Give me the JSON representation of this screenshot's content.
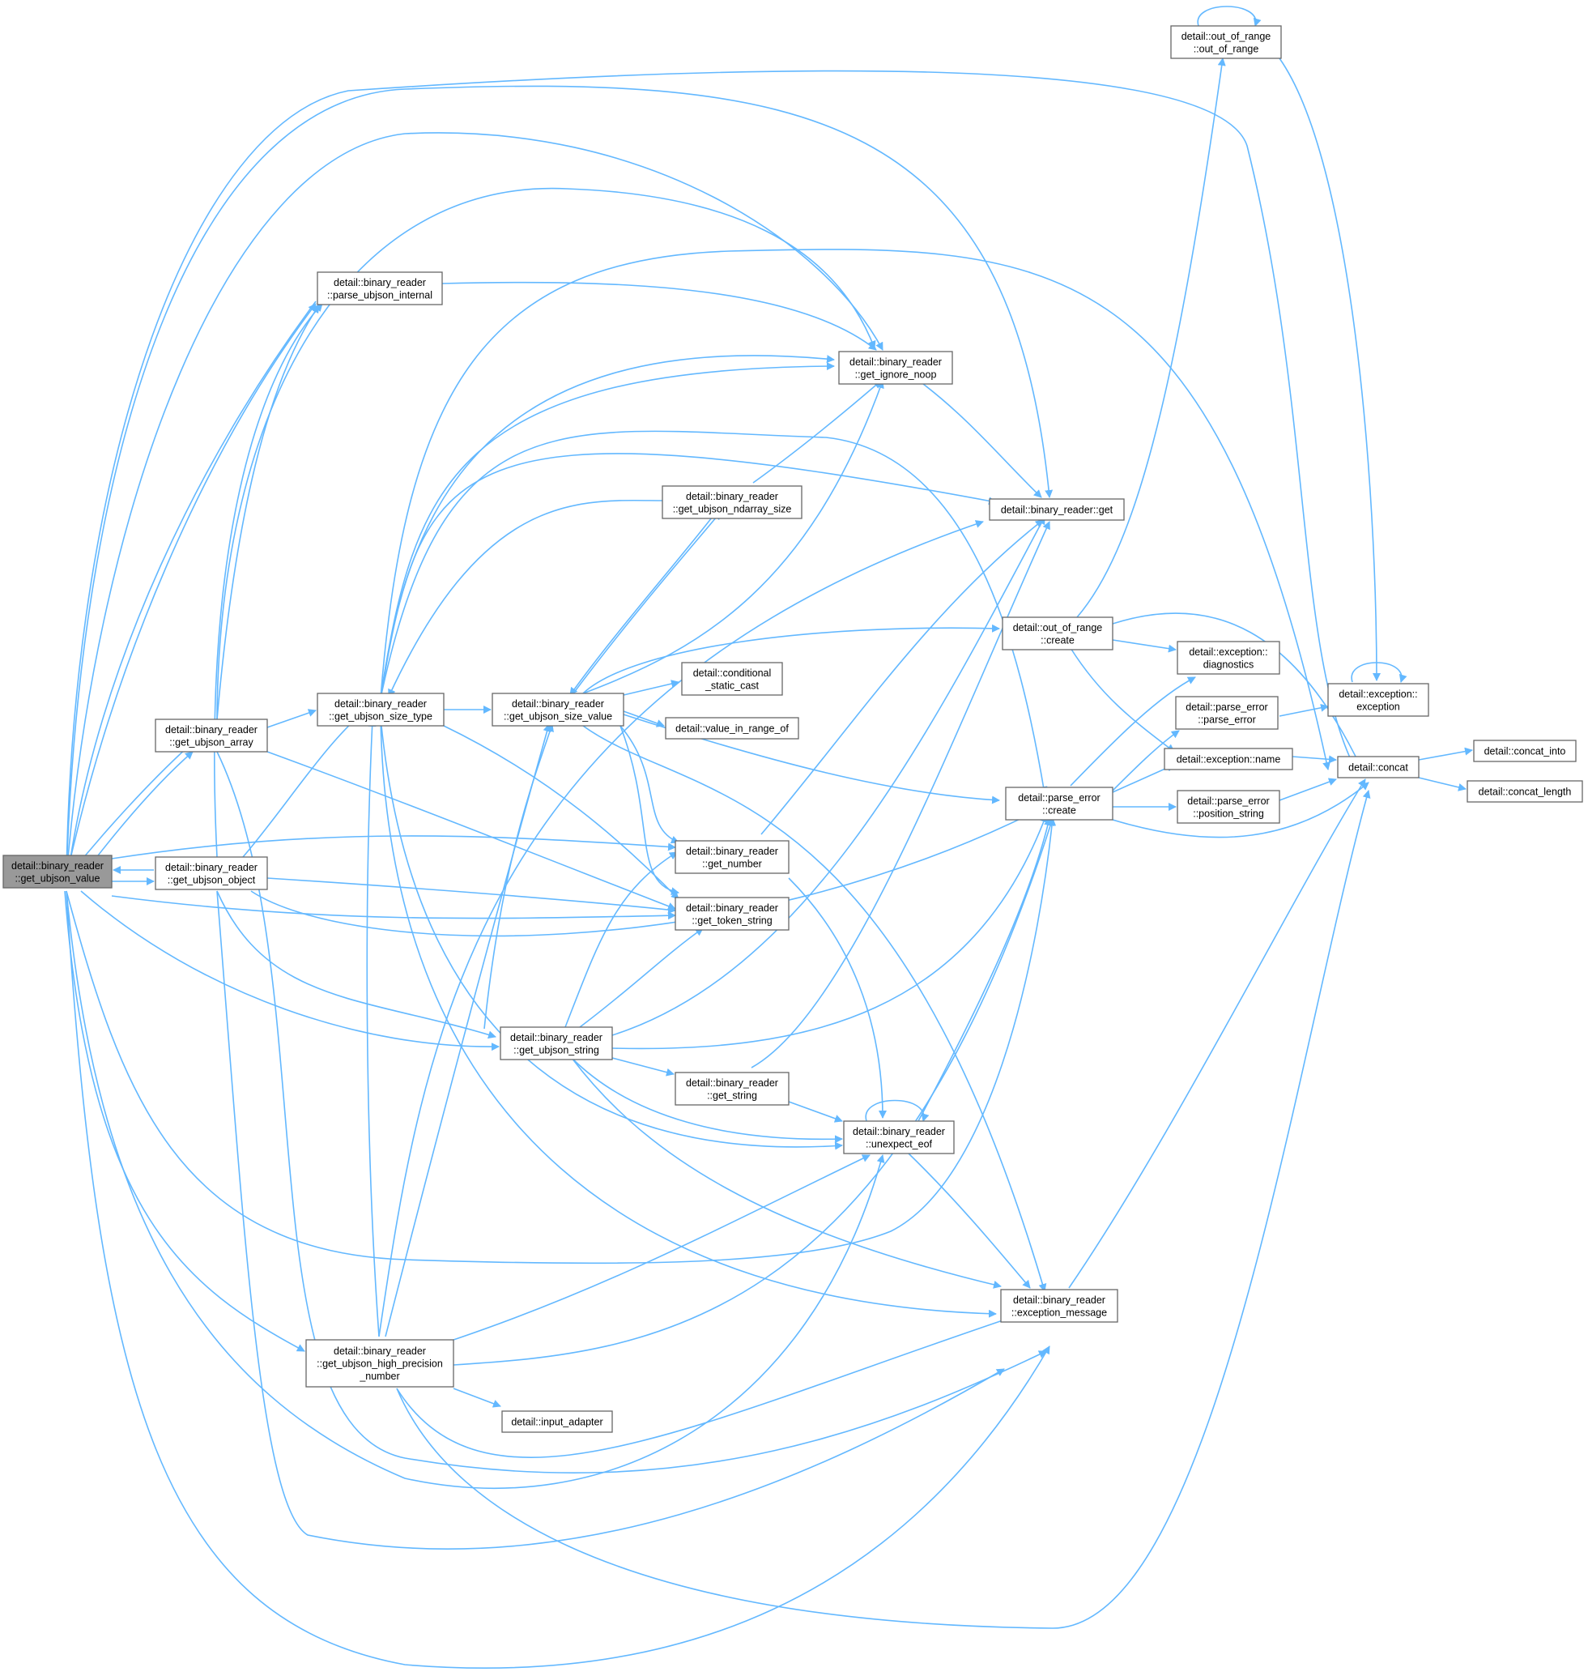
{
  "colors": {
    "edge": "#63b8ff",
    "node_border": "#666666",
    "root_fill": "#999999",
    "node_fill": "#ffffff"
  },
  "nodes": [
    {
      "id": "get_ubjson_value",
      "lines": [
        "detail::binary_reader",
        "::get_ubjson_value"
      ],
      "root": true
    },
    {
      "id": "get_ubjson_array",
      "lines": [
        "detail::binary_reader",
        "::get_ubjson_array"
      ]
    },
    {
      "id": "get_ubjson_object",
      "lines": [
        "detail::binary_reader",
        "::get_ubjson_object"
      ]
    },
    {
      "id": "get_ubjson_high_precision_number",
      "lines": [
        "detail::binary_reader",
        "::get_ubjson_high_precision",
        "_number"
      ]
    },
    {
      "id": "parse_ubjson_internal",
      "lines": [
        "detail::binary_reader",
        "::parse_ubjson_internal"
      ]
    },
    {
      "id": "get_ubjson_size_type",
      "lines": [
        "detail::binary_reader",
        "::get_ubjson_size_type"
      ]
    },
    {
      "id": "get_ubjson_size_value",
      "lines": [
        "detail::binary_reader",
        "::get_ubjson_size_value"
      ]
    },
    {
      "id": "get_ubjson_string",
      "lines": [
        "detail::binary_reader",
        "::get_ubjson_string"
      ]
    },
    {
      "id": "input_adapter",
      "lines": [
        "detail::input_adapter"
      ]
    },
    {
      "id": "get_ubjson_ndarray_size",
      "lines": [
        "detail::binary_reader",
        "::get_ubjson_ndarray_size"
      ]
    },
    {
      "id": "conditional_static_cast",
      "lines": [
        "detail::conditional",
        "_static_cast"
      ]
    },
    {
      "id": "value_in_range_of",
      "lines": [
        "detail::value_in_range_of"
      ]
    },
    {
      "id": "get_number",
      "lines": [
        "detail::binary_reader",
        "::get_number"
      ]
    },
    {
      "id": "get_token_string",
      "lines": [
        "detail::binary_reader",
        "::get_token_string"
      ]
    },
    {
      "id": "get_string",
      "lines": [
        "detail::binary_reader",
        "::get_string"
      ]
    },
    {
      "id": "get_ignore_noop",
      "lines": [
        "detail::binary_reader",
        "::get_ignore_noop"
      ]
    },
    {
      "id": "get",
      "lines": [
        "detail::binary_reader::get"
      ]
    },
    {
      "id": "unexpect_eof",
      "lines": [
        "detail::binary_reader",
        "::unexpect_eof"
      ]
    },
    {
      "id": "exception_message",
      "lines": [
        "detail::binary_reader",
        "::exception_message"
      ]
    },
    {
      "id": "out_of_range_create",
      "lines": [
        "detail::out_of_range",
        "::create"
      ]
    },
    {
      "id": "parse_error_create",
      "lines": [
        "detail::parse_error",
        "::create"
      ]
    },
    {
      "id": "out_of_range_ctor",
      "lines": [
        "detail::out_of_range",
        "::out_of_range"
      ]
    },
    {
      "id": "diagnostics",
      "lines": [
        "detail::exception::",
        "diagnostics"
      ]
    },
    {
      "id": "parse_error_ctor",
      "lines": [
        "detail::parse_error",
        "::parse_error"
      ]
    },
    {
      "id": "exception_name",
      "lines": [
        "detail::exception::name"
      ]
    },
    {
      "id": "position_string",
      "lines": [
        "detail::parse_error",
        "::position_string"
      ]
    },
    {
      "id": "exception_ctor",
      "lines": [
        "detail::exception::",
        "exception"
      ]
    },
    {
      "id": "concat",
      "lines": [
        "detail::concat"
      ]
    },
    {
      "id": "concat_into",
      "lines": [
        "detail::concat_into"
      ]
    },
    {
      "id": "concat_length",
      "lines": [
        "detail::concat_length"
      ]
    }
  ]
}
